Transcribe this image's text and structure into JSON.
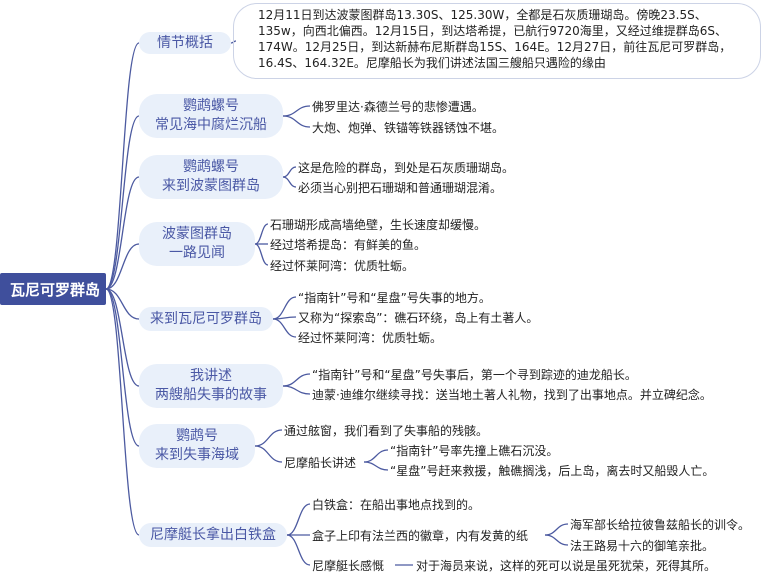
{
  "root": {
    "label": "瓦尼可罗群岛"
  },
  "branches": [
    {
      "id": "b1",
      "lines": [
        "情节概括"
      ],
      "children": [
        {
          "text": "12月11日到达波蒙图群岛13.30S、125.30W，全都是石灰质珊瑚岛。傍晚23.5S、135w，向西北偏西。12月15日，到达塔希提，已航行9720海里，又经过维提群岛6S、174W。12月25日，到达新赫布尼斯群岛15S、164E。12月27日，前往瓦尼可罗群岛，16.4S、164.32E。尼摩船长为我们讲述法国三艘船只遇险的缘由"
        }
      ]
    },
    {
      "id": "b2",
      "lines": [
        "鹦鹉螺号",
        "常见海中腐烂沉船"
      ],
      "children": [
        {
          "text": "佛罗里达·森德兰号的悲惨遭遇。"
        },
        {
          "text": "大炮、炮弹、铁锚等铁器锈蚀不堪。"
        }
      ]
    },
    {
      "id": "b3",
      "lines": [
        "鹦鹉螺号",
        "来到波蒙图群岛"
      ],
      "children": [
        {
          "text": "这是危险的群岛，到处是石灰质珊瑚岛。"
        },
        {
          "text": "必须当心别把石珊瑚和普通珊瑚混淆。"
        }
      ]
    },
    {
      "id": "b4",
      "lines": [
        "波蒙图群岛",
        "一路见闻"
      ],
      "children": [
        {
          "text": "石珊瑚形成高墙绝壁，生长速度却缓慢。"
        },
        {
          "text": "经过塔希提岛：有鲜美的鱼。"
        },
        {
          "text": "经过怀莱阿湾：优质牡蛎。"
        }
      ]
    },
    {
      "id": "b5",
      "lines": [
        "来到瓦尼可罗群岛"
      ],
      "children": [
        {
          "text": "“指南针”号和“星盘”号失事的地方。"
        },
        {
          "text": "又称为“探索岛”：礁石环绕，岛上有土著人。"
        },
        {
          "text": "经过怀莱阿湾：优质牡蛎。"
        }
      ]
    },
    {
      "id": "b6",
      "lines": [
        "我讲述",
        "两艘船失事的故事"
      ],
      "children": [
        {
          "text": "“指南针”号和“星盘”号失事后，第一个寻到踪迹的迪龙船长。"
        },
        {
          "text": "迪蒙·迪维尔继续寻找：送当地土著人礼物，找到了出事地点。并立碑纪念。"
        }
      ]
    },
    {
      "id": "b7",
      "lines": [
        "鹦鹉号",
        "来到失事海域"
      ],
      "children": [
        {
          "text": "通过舷窗，我们看到了失事船的残骸。"
        },
        {
          "text": "尼摩船长讲述",
          "children": [
            {
              "text": "“指南针”号率先撞上礁石沉没。"
            },
            {
              "text": "“星盘”号赶来救援，触礁搁浅，后上岛，离去时又船毁人亡。"
            }
          ]
        }
      ]
    },
    {
      "id": "b8",
      "lines": [
        "尼摩艇长拿出白铁盒"
      ],
      "children": [
        {
          "text": "白铁盒：在船出事地点找到的。"
        },
        {
          "text": "盒子上印有法兰西的徽章，内有发黄的纸",
          "children": [
            {
              "text": "海军部长给拉彼鲁兹船长的训令。"
            },
            {
              "text": "法王路易十六的御笔亲批。"
            }
          ]
        },
        {
          "text": "尼摩艇长感慨",
          "children": [
            {
              "text": "对于海员来说，这样的死可以说是虽死犹荣，死得其所。"
            }
          ]
        }
      ]
    }
  ],
  "colors": {
    "root": "#3f4f9c",
    "branch_bg": "#e9f0fa",
    "branch_text": "#4a58a5",
    "line": "#4c5aa0"
  }
}
